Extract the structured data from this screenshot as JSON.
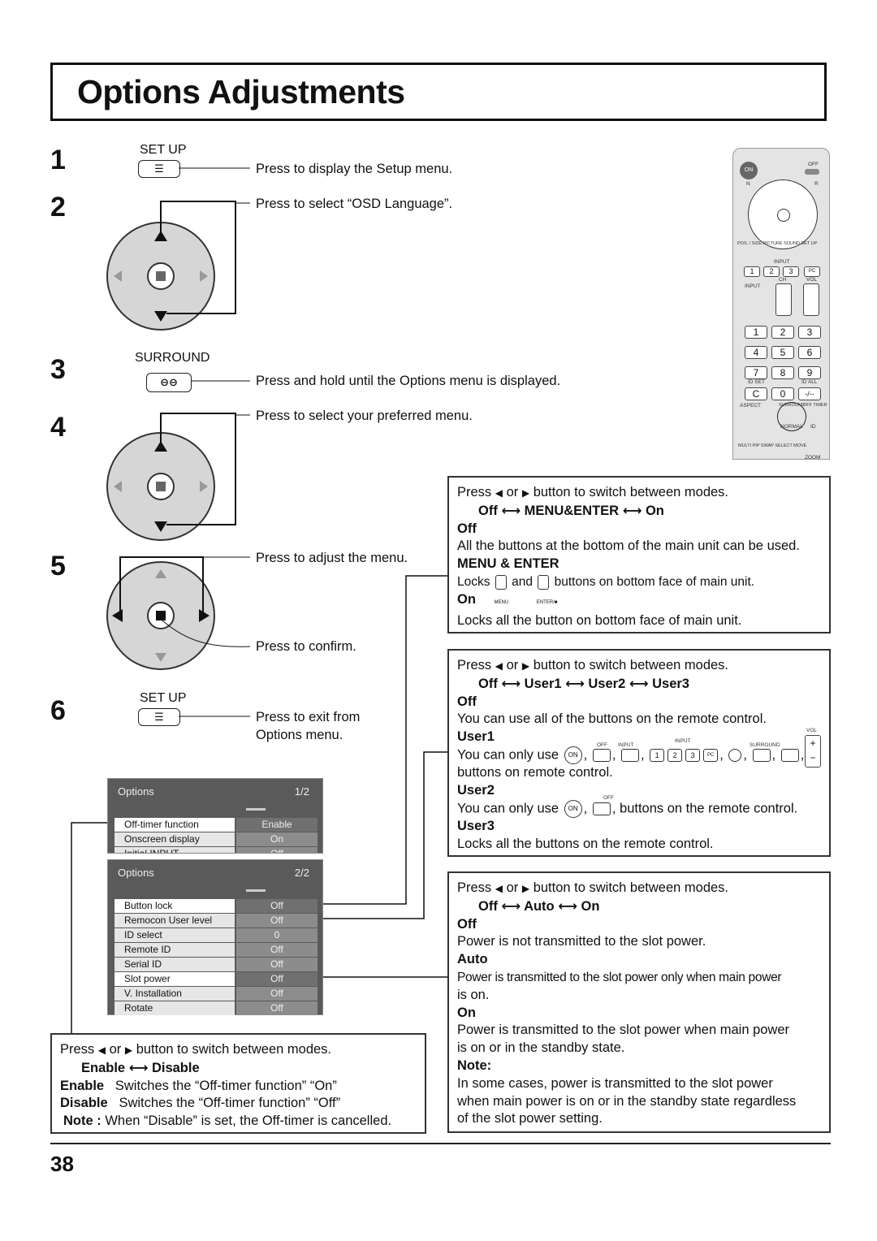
{
  "page": {
    "title": "Options Adjustments",
    "page_number": "38"
  },
  "steps": [
    {
      "num": "1",
      "label": "SET UP",
      "text": "Press to display the Setup menu."
    },
    {
      "num": "2",
      "text": "Press to select “OSD Language”."
    },
    {
      "num": "3",
      "label": "SURROUND",
      "text": "Press and hold until the Options menu is displayed."
    },
    {
      "num": "4",
      "text": "Press to select your preferred menu."
    },
    {
      "num": "5",
      "text": "Press to adjust the menu.",
      "text2": "Press to confirm."
    },
    {
      "num": "6",
      "label": "SET UP",
      "text": "Press to exit from",
      "text_line2": "Options menu."
    }
  ],
  "menu1": {
    "title": "Options",
    "page": "1/2",
    "rows": [
      {
        "label": "Off-timer function",
        "value": "Enable"
      },
      {
        "label": "Onscreen display",
        "value": "On"
      },
      {
        "label": "Initial INPUT",
        "value": "Off"
      }
    ]
  },
  "menu2": {
    "title": "Options",
    "page": "2/2",
    "rows": [
      {
        "label": "Button lock",
        "value": "Off"
      },
      {
        "label": "Remocon User level",
        "value": "Off"
      },
      {
        "label": "ID select",
        "value": "0"
      },
      {
        "label": "Remote ID",
        "value": "Off"
      },
      {
        "label": "Serial ID",
        "value": "Off"
      },
      {
        "label": "Slot power",
        "value": "Off"
      },
      {
        "label": "V. Installation",
        "value": "Off"
      },
      {
        "label": "Rotate",
        "value": "Off"
      }
    ]
  },
  "panel_button_lock": {
    "intro_pre": "Press",
    "intro_or": "or",
    "intro_post": "button to switch between modes.",
    "cycle": [
      "Off",
      "MENU&ENTER",
      "On"
    ],
    "off_head": "Off",
    "off_text": "All the buttons at the bottom of the main unit can be used.",
    "me_head": "MENU & ENTER",
    "me_text_pre": "Locks",
    "me_text_and": "and",
    "me_text_post": "buttons on bottom face of main unit.",
    "me_menu_label": "MENU",
    "me_enter_label": "ENTER/■",
    "on_head": "On",
    "on_text": "Locks all the button on bottom face of main unit."
  },
  "panel_user_level": {
    "intro_pre": "Press",
    "intro_or": "or",
    "intro_post": "button to switch between modes.",
    "cycle": [
      "Off",
      "User1",
      "User2",
      "User3"
    ],
    "off_head": "Off",
    "off_text": "You can use all of the buttons on the remote control.",
    "u1_head": "User1",
    "u1_text_pre": "You can only use",
    "u1_text_post": "buttons on remote control.",
    "u2_head": "User2",
    "u2_text_pre": "You can only use",
    "u2_text_post": "buttons on the remote control.",
    "u3_head": "User3",
    "u3_text": "Locks all the buttons on the remote control.",
    "lbl_off": "OFF",
    "lbl_input": "INPUT",
    "lbl_surround": "SURROUND",
    "lbl_vol": "VOL",
    "keys": [
      "1",
      "2",
      "3",
      "PC"
    ]
  },
  "panel_slot_power": {
    "intro_pre": "Press",
    "intro_or": "or",
    "intro_post": "button to switch between modes.",
    "cycle": [
      "Off",
      "Auto",
      "On"
    ],
    "off_head": "Off",
    "off_text": "Power is not transmitted to the slot power.",
    "auto_head": "Auto",
    "auto_text_1": "Power is transmitted to the slot power only when main power",
    "auto_text_2": "is on.",
    "on_head": "On",
    "on_text_1": "Power is transmitted to the slot power when main power",
    "on_text_2": "is on or in the standby state.",
    "note_head": "Note:",
    "note_1": "In some cases, power is transmitted to the slot power",
    "note_2": "when main power is on or in the standby state regardless",
    "note_3": "of the slot power setting."
  },
  "panel_offtimer": {
    "intro_pre": "Press",
    "intro_or": "or",
    "intro_post": "button to switch between modes.",
    "cycle": [
      "Enable",
      "Disable"
    ],
    "enable_head": "Enable",
    "enable_text": "Switches the “Off-timer function” “On”",
    "disable_head": "Disable",
    "disable_text": "Switches the “Off-timer function” “Off”",
    "note_head": "Note :",
    "note_text": "When “Disable” is set, the Off-timer is cancelled."
  },
  "remote": {
    "on": "ON",
    "off": "OFF",
    "n": "N",
    "r": "R",
    "row_labels": "POS. / SIZE  PICTURE  SOUND  SET UP",
    "input": "INPUT",
    "ch": "CH",
    "vol": "VOL",
    "num_keys": [
      "1",
      "2",
      "3",
      "4",
      "5",
      "6",
      "7",
      "8",
      "9",
      "C",
      "0",
      "-/--"
    ],
    "input_keys": [
      "1",
      "2",
      "3",
      "PC"
    ],
    "id_set": "ID SET",
    "id_all": "ID ALL",
    "aspect": "ASPECT",
    "surround": "SURROUND",
    "off_timer": "OFF TIMER",
    "normal": "NORMAL",
    "id": "ID",
    "bottom_labels": "MULTI PIP  SWAP  SELECT  MOVE",
    "zoom": "ZOOM"
  },
  "colors": {
    "border": "#333333",
    "menu_bg": "#5a5a5a",
    "remote_bg": "#e4e4e4"
  }
}
